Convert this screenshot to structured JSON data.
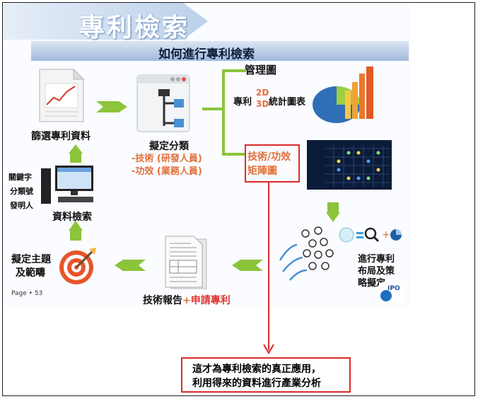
{
  "header": {
    "title": "專利檢索",
    "subtitle": "如何進行專利檢索"
  },
  "steps": {
    "screen": "篩選專利資料",
    "classify": "擬定分類",
    "classify_tech": "-技術 (研發人員)",
    "classify_effect": "-功效 (業務人員)",
    "search": "資料檢索",
    "keywords": [
      "關鍵字",
      "分類號",
      "發明人"
    ],
    "define": "擬定主題",
    "define2": "及範疇",
    "report_a": "技術報告",
    "report_plus": "+",
    "report_b": "申請專利",
    "strategy": [
      "進行專利",
      "布局及策",
      "略擬定"
    ]
  },
  "branches": {
    "mgmt": "管理圖",
    "stats_prefix": "專利",
    "stats_2d": "2D",
    "stats_3d": "3D",
    "stats_suffix": "統計圖表",
    "matrix_l1": "技術/功效",
    "matrix_l2": "矩陣圖"
  },
  "page_label": "Page • 53",
  "note": {
    "line1": "這才為專利檢索的真正應用，",
    "line2": "利用得來的資料進行產業分析"
  },
  "colors": {
    "arrow_green": "#8cc43c",
    "red": "#d92b2b",
    "orange": "#e2703a"
  }
}
